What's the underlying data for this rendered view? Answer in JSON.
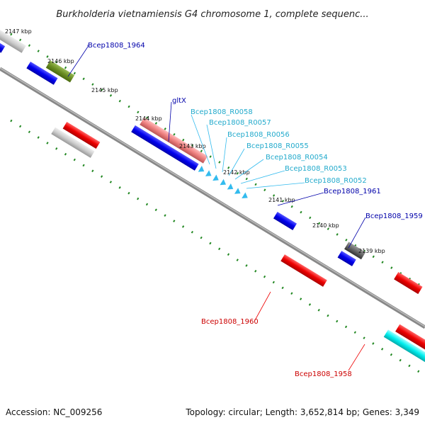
{
  "title": "Burkholderia vietnamiensis G4 chromosome 1, complete sequenc...",
  "footer": {
    "accession": "Accession: NC_009256",
    "stats": "Topology: circular; Length: 3,652,814 bp; Genes: 3,349"
  },
  "ticks": [
    "2147 kbp",
    "2146 kbp",
    "2145 kbp",
    "2144 kbp",
    "2143 kbp",
    "2142 kbp",
    "2141 kbp",
    "2140 kbp",
    "2139 kbp"
  ],
  "labels": {
    "bcep1964": "Bcep1808_1964",
    "gltx": "gltX",
    "r0058": "Bcep1808_R0058",
    "r0057": "Bcep1808_R0057",
    "r0056": "Bcep1808_R0056",
    "r0055": "Bcep1808_R0055",
    "r0054": "Bcep1808_R0054",
    "r0053": "Bcep1808_R0053",
    "r0052": "Bcep1808_R0052",
    "bcep1961": "Bcep1808_1961",
    "bcep1959": "Bcep1808_1959",
    "bcep1960": "Bcep1808_1960",
    "bcep1958": "Bcep1808_1958"
  },
  "colors": {
    "forward_cds": "#0000ee",
    "reverse_cds": "#ee0000",
    "trna": "#33bbee",
    "backbone": "#777777",
    "tick": "#228822"
  }
}
